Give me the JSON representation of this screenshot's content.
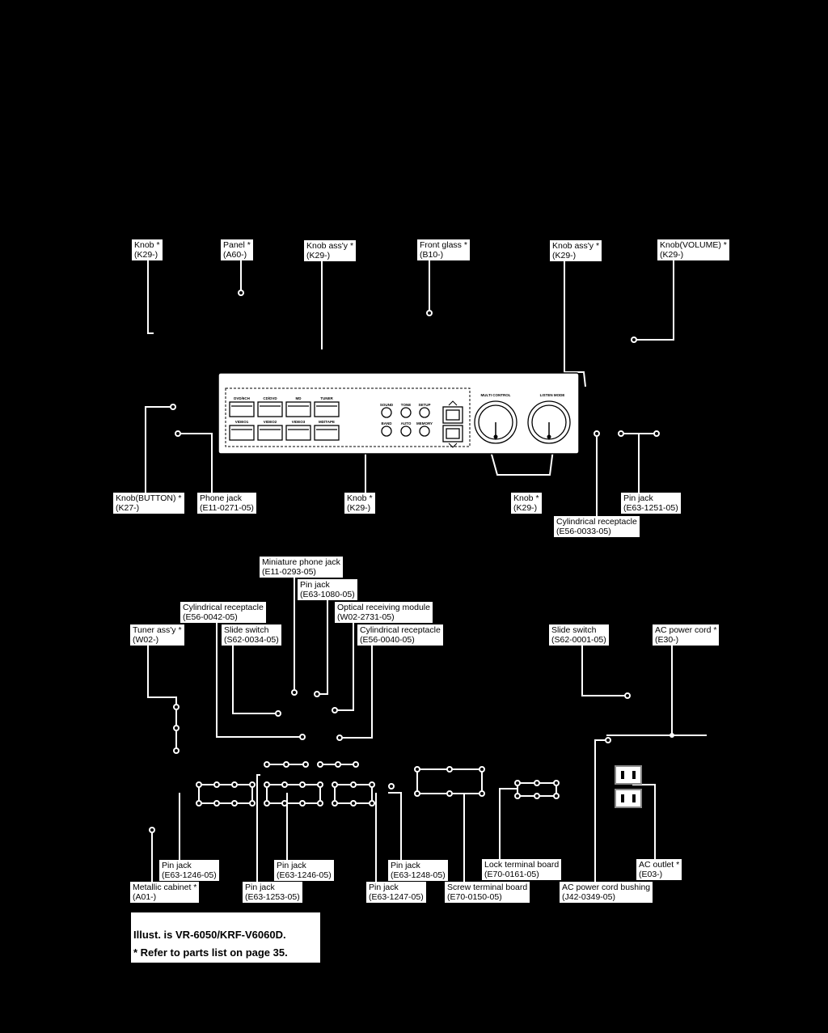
{
  "labels": [
    {
      "id": "knob-top-left",
      "name": "Knob *",
      "code": "(K29-)"
    },
    {
      "id": "panel",
      "name": "Panel *",
      "code": "(A60-)"
    },
    {
      "id": "knob-assy-1",
      "name": "Knob ass'y *",
      "code": "(K29-)"
    },
    {
      "id": "front-glass",
      "name": "Front glass *",
      "code": "(B10-)"
    },
    {
      "id": "knob-assy-2",
      "name": "Knob ass'y *",
      "code": "(K29-)"
    },
    {
      "id": "knob-volume",
      "name": "Knob(VOLUME) *",
      "code": "(K29-)"
    },
    {
      "id": "knob-button",
      "name": "Knob(BUTTON) *",
      "code": "(K27-)"
    },
    {
      "id": "phone-jack",
      "name": "Phone jack",
      "code": "(E11-0271-05)"
    },
    {
      "id": "knob-mid",
      "name": "Knob *",
      "code": "(K29-)"
    },
    {
      "id": "knob-dual",
      "name": "Knob *",
      "code": "(K29-)"
    },
    {
      "id": "pin-jack-front",
      "name": "Pin jack",
      "code": "(E63-1251-05)"
    },
    {
      "id": "cyl-receptacle-front",
      "name": "Cylindrical receptacle",
      "code": "(E56-0033-05)"
    },
    {
      "id": "mini-phone-jack",
      "name": "Miniature phone jack",
      "code": "(E11-0293-05)"
    },
    {
      "id": "pin-jack-1080",
      "name": "Pin jack",
      "code": "(E63-1080-05)"
    },
    {
      "id": "cyl-receptacle-0042",
      "name": "Cylindrical receptacle",
      "code": "(E56-0042-05)"
    },
    {
      "id": "optical-module",
      "name": "Optical receiving module",
      "code": "(W02-2731-05)"
    },
    {
      "id": "tuner-assy",
      "name": "Tuner ass'y *",
      "code": "(W02-)"
    },
    {
      "id": "slide-switch-0034",
      "name": "Slide switch",
      "code": "(S62-0034-05)"
    },
    {
      "id": "cyl-receptacle-0040",
      "name": "Cylindrical receptacle",
      "code": "(E56-0040-05)"
    },
    {
      "id": "slide-switch-0001",
      "name": "Slide switch",
      "code": "(S62-0001-05)"
    },
    {
      "id": "ac-power-cord",
      "name": "AC power cord *",
      "code": "(E30-)"
    },
    {
      "id": "pin-jack-1246-a",
      "name": "Pin jack",
      "code": "(E63-1246-05)"
    },
    {
      "id": "pin-jack-1246-b",
      "name": "Pin jack",
      "code": "(E63-1246-05)"
    },
    {
      "id": "pin-jack-1248",
      "name": "Pin jack",
      "code": "(E63-1248-05)"
    },
    {
      "id": "lock-terminal",
      "name": "Lock terminal board",
      "code": "(E70-0161-05)"
    },
    {
      "id": "ac-outlet",
      "name": "AC outlet *",
      "code": "(E03-)"
    },
    {
      "id": "metallic-cabinet",
      "name": "Metallic cabinet *",
      "code": "(A01-)"
    },
    {
      "id": "pin-jack-1253",
      "name": "Pin jack",
      "code": "(E63-1253-05)"
    },
    {
      "id": "pin-jack-1247",
      "name": "Pin jack",
      "code": "(E63-1247-05)"
    },
    {
      "id": "screw-terminal",
      "name": "Screw terminal board",
      "code": "(E70-0150-05)"
    },
    {
      "id": "ac-cord-bushing",
      "name": "AC power cord bushing",
      "code": "(J42-0349-05)"
    }
  ],
  "panel_text": {
    "buttons_top": [
      "DVD/6CH",
      "CD/DVD",
      "MD",
      "TUNER"
    ],
    "buttons_bottom": [
      "VIDEO1",
      "VIDEO2",
      "VIDEO3",
      "MD/TAPE"
    ],
    "small_top": [
      "SOUND",
      "TONE",
      "SETUP"
    ],
    "small_bottom": [
      "BAND",
      "AUTO",
      "MEMORY"
    ],
    "knob_left": "MULTI CONTROL",
    "knob_right": "LISTEN MODE"
  },
  "notes": {
    "line1": "Illust. is VR-6050/KRF-V6060D.",
    "line2": "* Refer to parts list on page 35."
  }
}
